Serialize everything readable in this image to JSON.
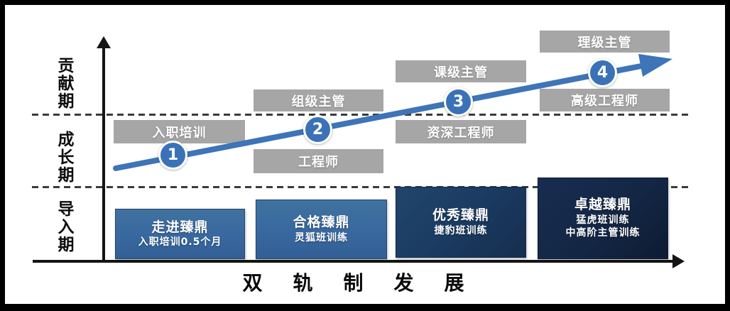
{
  "periods": [
    {
      "label": "贡献期"
    },
    {
      "label": "成长期"
    },
    {
      "label": "导入期"
    }
  ],
  "role_boxes": [
    {
      "label": "入职培训"
    },
    {
      "label": "组级主管"
    },
    {
      "label": "工程师"
    },
    {
      "label": "课级主管"
    },
    {
      "label": "资深工程师"
    },
    {
      "label": "理级主管"
    },
    {
      "label": "高级工程师"
    }
  ],
  "milestones": [
    {
      "number": "1"
    },
    {
      "number": "2"
    },
    {
      "number": "3"
    },
    {
      "number": "4"
    }
  ],
  "stages": [
    {
      "title": "走进臻鼎",
      "sub1": "入职培训0.5个月"
    },
    {
      "title": "合格臻鼎",
      "sub1": "灵狐班训练"
    },
    {
      "title": "优秀臻鼎",
      "sub1": "捷豹班训练"
    },
    {
      "title": "卓越臻鼎",
      "sub1": "猛虎班训练",
      "sub2": "中高阶主管训练"
    }
  ],
  "axis_title": "双轨制发展",
  "colors": {
    "arrow_blue": "#3e74b8",
    "milestone_blue": "#3b72b7",
    "stage_blue": "#38689f",
    "stage_navy": "#1c3c63",
    "stage_dark_navy": "#142847",
    "role_gray": "#a6a6a6",
    "axis_black": "#141414",
    "dash_gray": "#3b3b3b"
  }
}
